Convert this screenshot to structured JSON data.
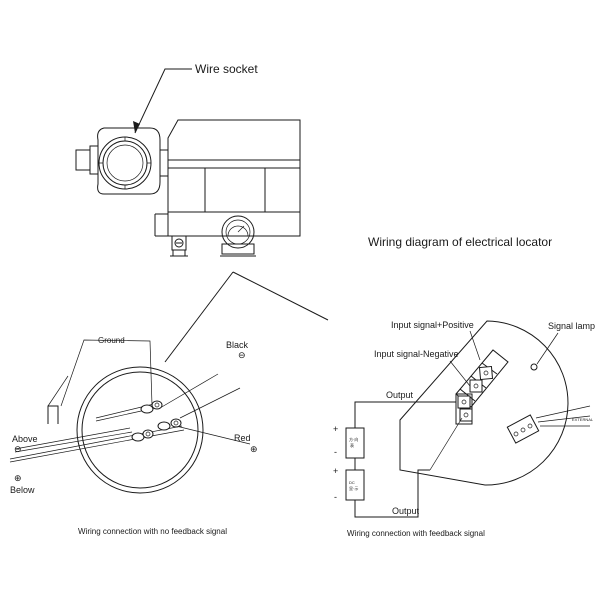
{
  "top": {
    "wire_socket_label": "Wire socket",
    "title": "Wiring diagram of electrical locator"
  },
  "left": {
    "ground_label": "Ground",
    "black_label": "Black",
    "red_label": "Red",
    "above_label": "Above",
    "below_label": "Below",
    "minus_symbol": "⊖",
    "plus_symbol": "⊕",
    "caption": "Wiring connection with no feedback signal"
  },
  "right": {
    "input_positive_label": "Input signal+Positive",
    "input_negative_label": "Input signal-Negative",
    "signal_lamp_label": "Signal lamp",
    "output_top_label": "Output",
    "output_bottom_label": "Output",
    "plus_sign": "+",
    "minus_sign": "-",
    "caption": "Wiring connection with feedback signal"
  }
}
